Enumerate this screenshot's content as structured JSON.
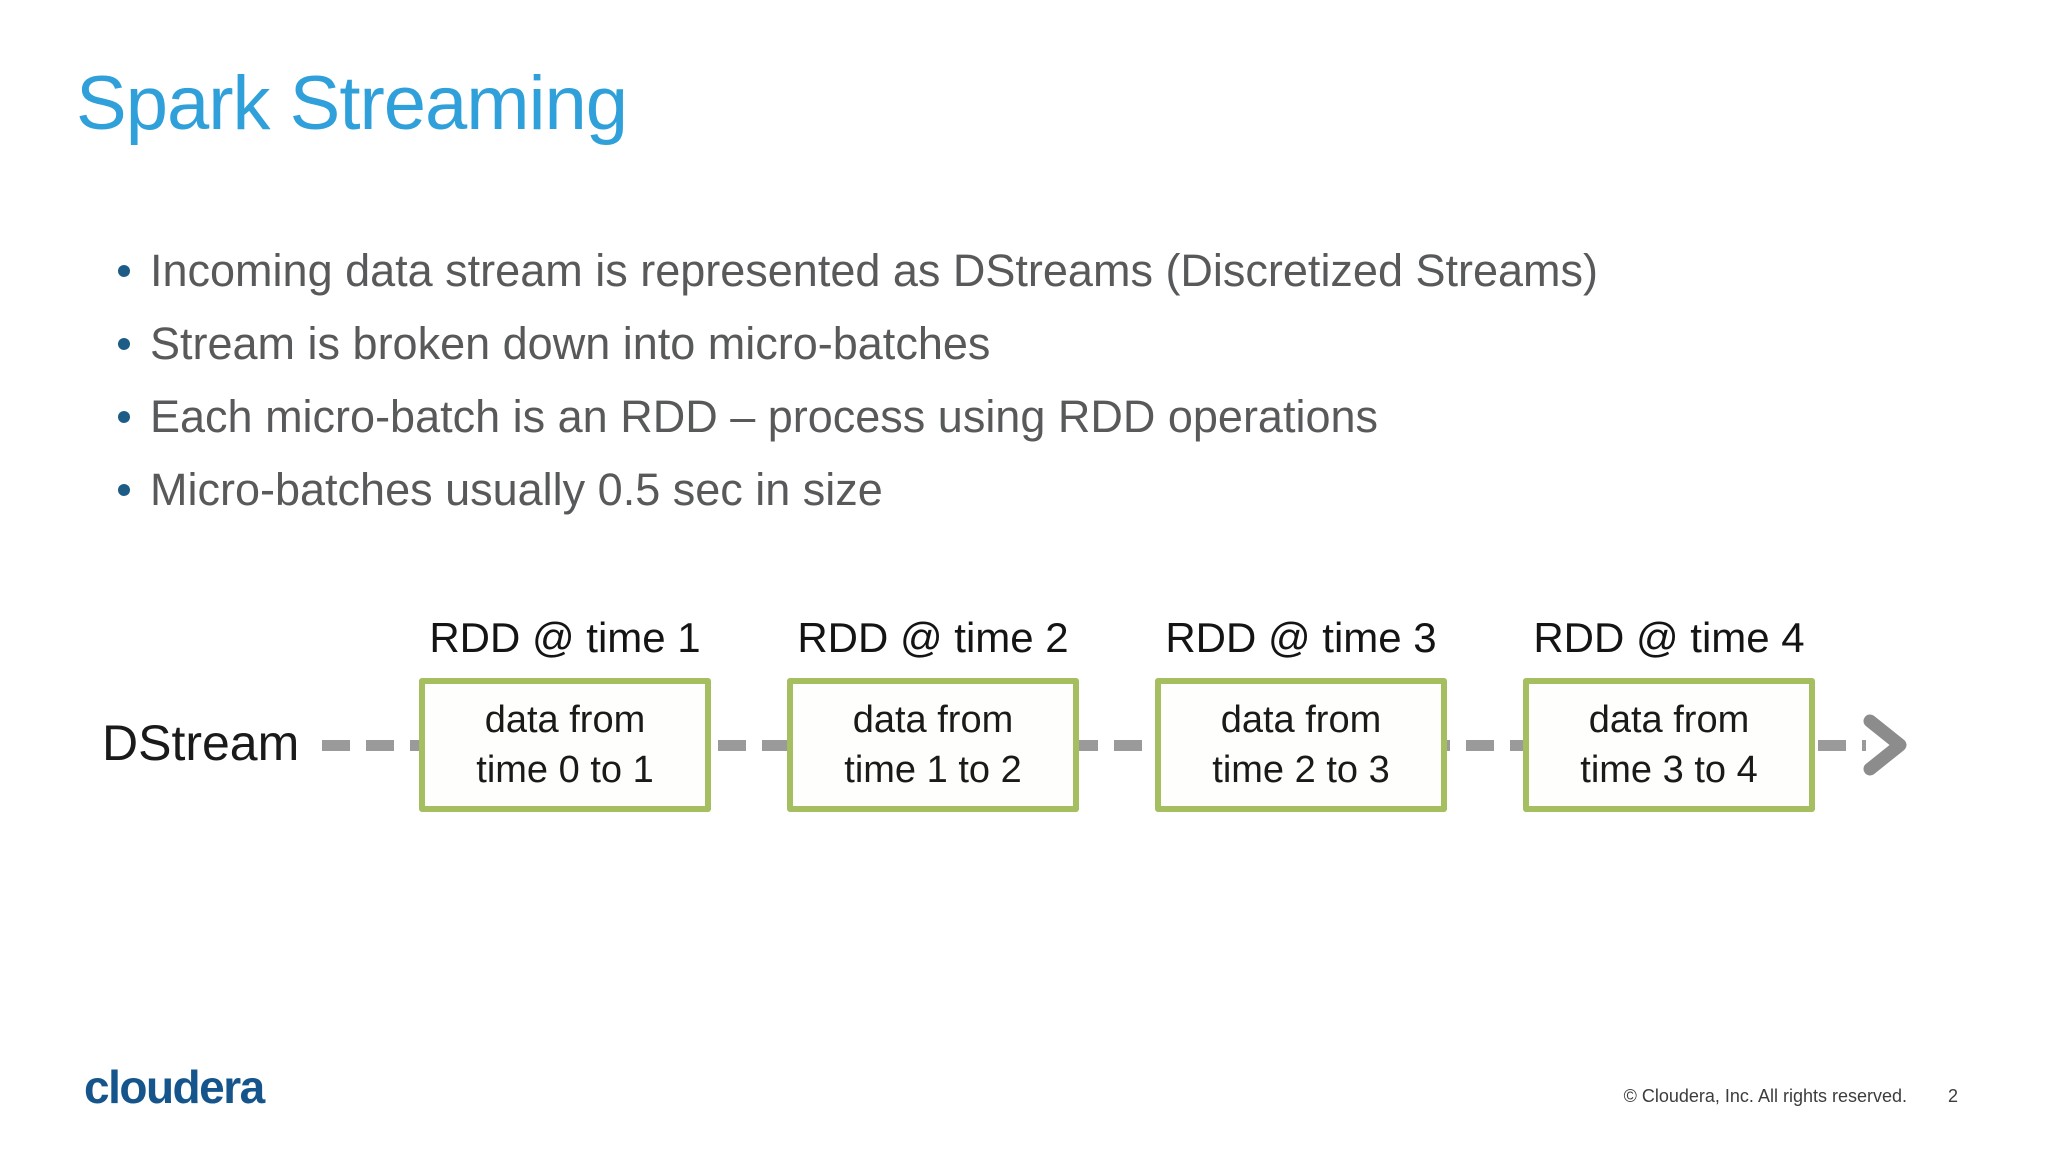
{
  "slide": {
    "title": "Spark Streaming",
    "bullets": [
      "Incoming data stream is represented as DStreams (Discretized Streams)",
      "Stream is broken down into micro-batches",
      "Each micro-batch is an RDD – process using RDD operations",
      "Micro-batches usually 0.5 sec in size"
    ]
  },
  "diagram": {
    "stream_label": "DStream",
    "nodes": [
      {
        "title": "RDD @ time 1",
        "line1": "data from",
        "line2": "time 0 to 1"
      },
      {
        "title": "RDD @ time 2",
        "line1": "data from",
        "line2": "time 1 to 2"
      },
      {
        "title": "RDD @ time 3",
        "line1": "data from",
        "line2": "time 2 to 3"
      },
      {
        "title": "RDD @ time 4",
        "line1": "data from",
        "line2": "time 3 to 4"
      }
    ],
    "arrow_icon": "right-arrow"
  },
  "footer": {
    "logo_text": "cloudera",
    "copyright": "© Cloudera, Inc. All rights reserved.",
    "page_number": "2"
  },
  "colors": {
    "title_blue": "#2FA0D9",
    "bullet_dot_blue": "#1D5C87",
    "body_text_gray": "#58595B",
    "box_border_green": "#A5BE5F",
    "dash_gray": "#9A9A9A",
    "arrow_gray": "#8C8C8C",
    "logo_blue": "#15558C",
    "diagram_text": "#1A1A1A"
  }
}
